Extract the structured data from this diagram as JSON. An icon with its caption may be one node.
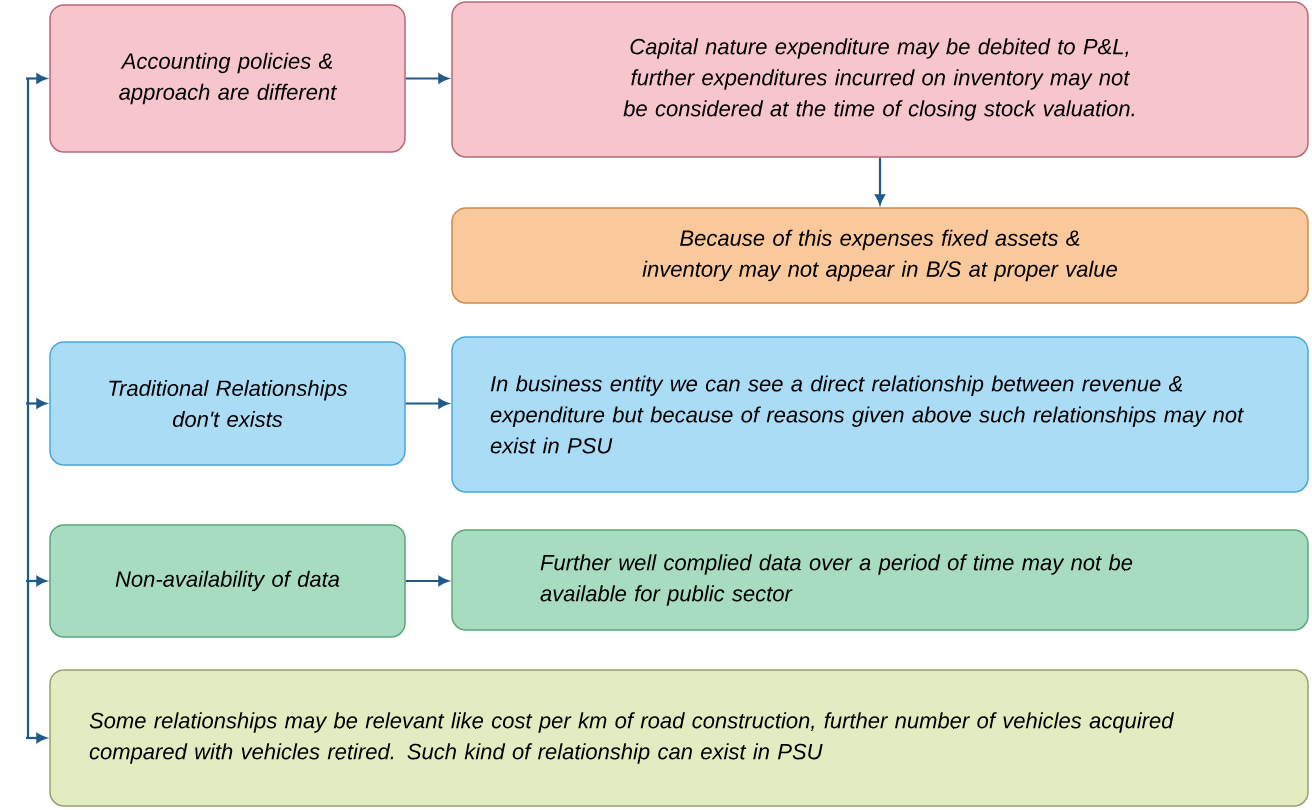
{
  "diagram": {
    "nodes": [
      {
        "text": [
          "Accounting policies & approach are different"
        ]
      },
      {
        "text": [
          "Capital nature expenditure may be debited to P&L, further expenditures incurred on inventory may not be considered at the time of closing stock valuation."
        ]
      },
      {
        "text": [
          "Because of this expenses fixed assets & inventory may not appear in B/S at proper value"
        ]
      },
      {
        "text": [
          "Traditional Relationships don't exists"
        ]
      },
      {
        "text": [
          "In business entity we can see a direct relationship between revenue & expenditure but because of reasons given above such relationships may not exist in PSU"
        ]
      },
      {
        "text": [
          "Non-availability of data"
        ]
      },
      {
        "text": [
          "Further well complied data over a period of time may not be available for public sector"
        ]
      },
      {
        "text": [
          "Some relationships may be relevant like cost per km of road construction, further number of vehicles acquired compared with vehicles retired. Such kind of relationship can exist in PSU"
        ]
      }
    ],
    "edges": [
      {
        "from": 0,
        "to": 1,
        "arrow": "to"
      },
      {
        "from": 1,
        "to": 2,
        "arrow": "to"
      },
      {
        "from": 3,
        "to": 4,
        "arrow": "to"
      },
      {
        "from": 5,
        "to": 6,
        "arrow": "to"
      },
      {
        "from": null,
        "to": 0,
        "arrow": "to"
      },
      {
        "from": null,
        "to": 3,
        "arrow": "to"
      },
      {
        "from": null,
        "to": 5,
        "arrow": "to"
      },
      {
        "from": null,
        "to": 7,
        "arrow": "to"
      }
    ]
  }
}
